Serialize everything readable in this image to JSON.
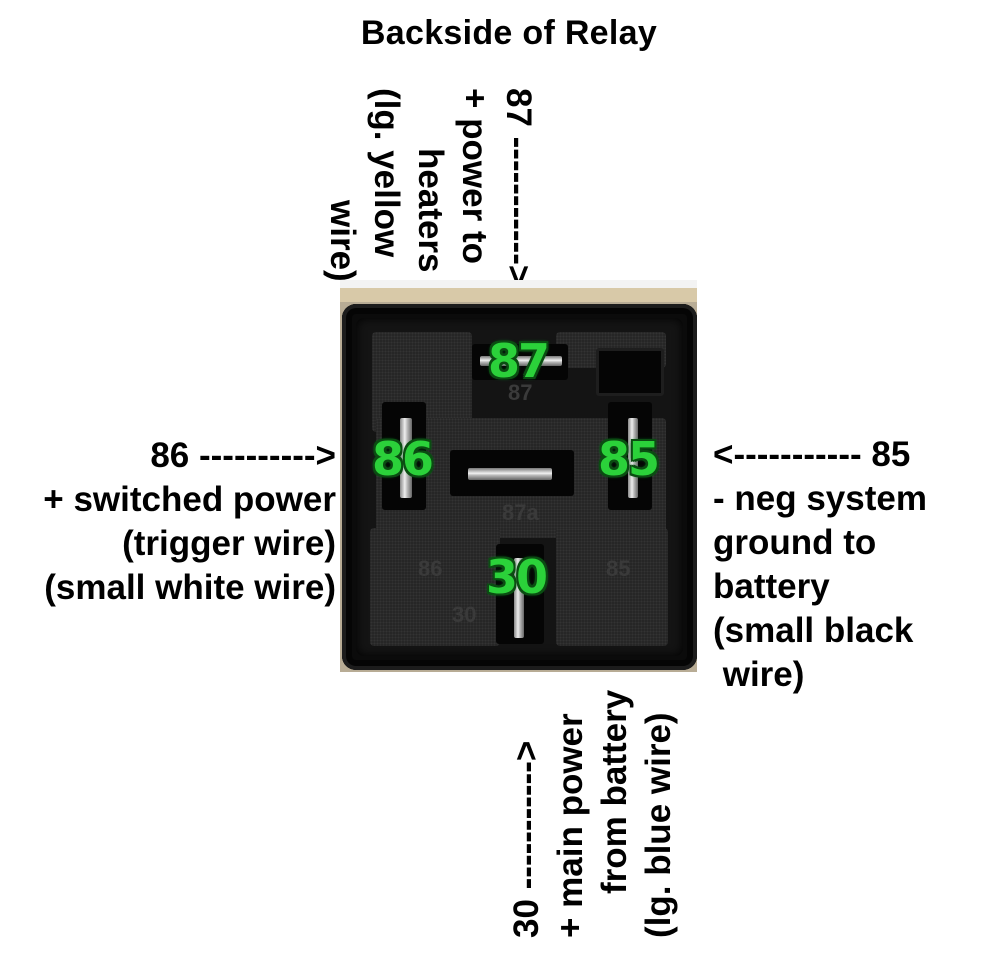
{
  "title": "Backside of Relay",
  "terminals": {
    "t87": {
      "pin": "87",
      "lines": [
        "87 ----------->",
        "+ power to",
        "heaters",
        "(lg. yellow",
        "wire)"
      ]
    },
    "t86": {
      "pin": "86",
      "lines": [
        "86 ---------->",
        "+ switched power",
        "(trigger wire)",
        "(small white wire)"
      ]
    },
    "t85": {
      "pin": "85",
      "lines": [
        "<----------- 85",
        "- neg system",
        "ground to",
        "battery",
        "(small black",
        " wire)"
      ]
    },
    "t30": {
      "pin": "30",
      "lines": [
        "30 ----------->",
        "+ main power",
        "from battery",
        "(lg. blue wire)"
      ]
    }
  },
  "relay_photo": {
    "pin_labels": [
      "87",
      "86",
      "85",
      "30"
    ],
    "embossed_marks": [
      "87",
      "87a",
      "86",
      "85",
      "30"
    ],
    "label_color": "#2bd13a",
    "label_outline_color": "#0b4d12",
    "body_color": "#141414"
  }
}
